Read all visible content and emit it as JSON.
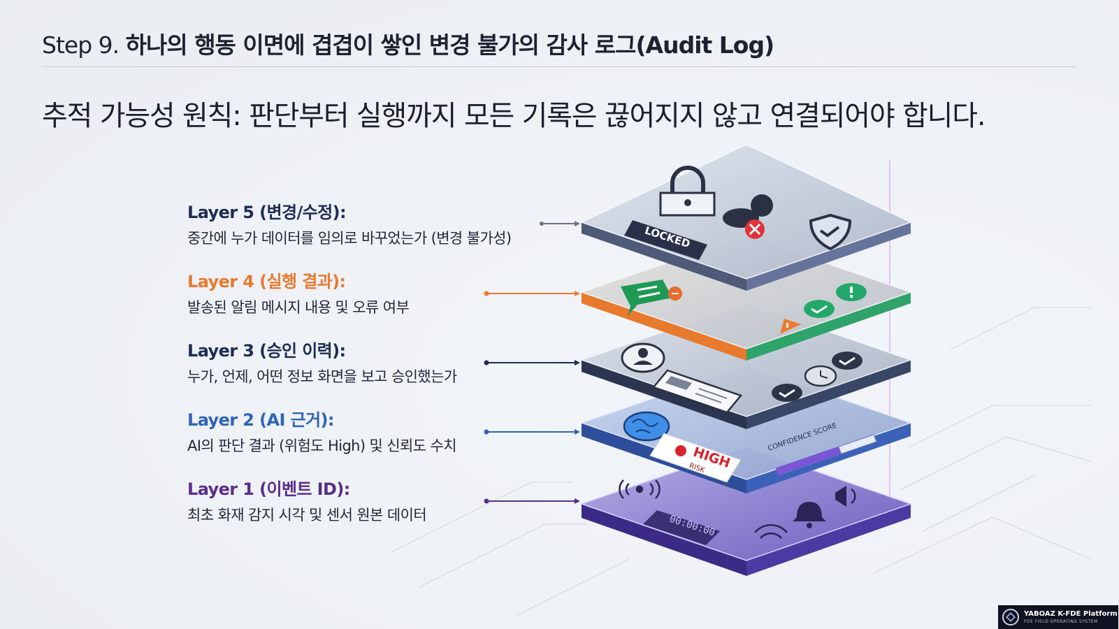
{
  "header": {
    "step_prefix": "Step 9.",
    "step_title": "하나의 행동 이면에 겹겹이 쌓인 변경 불가의 감사 로그(Audit Log)",
    "principle": "추적 가능성 원칙: 판단부터 실행까지 모든 기록은 끊어지지 않고 연결되어야 합니다."
  },
  "layers": [
    {
      "title": "Layer 5 (변경/수정):",
      "desc": "중간에 누가 데이터를 임의로 바꾸었는가 (변경 불가성)",
      "color": "#1e2c55"
    },
    {
      "title": "Layer 4 (실행 결과):",
      "desc": "발송된 알림 메시지 내용 및 오류 여부",
      "color": "#e87a2e"
    },
    {
      "title": "Layer 3 (승인 이력):",
      "desc": "누가, 언제, 어떤 정보 화면을 보고 승인했는가",
      "color": "#1e2c55"
    },
    {
      "title": "Layer 2 (AI 근거):",
      "desc": "AI의 판단 결과 (위험도 High) 및 신뢰도 수치",
      "color": "#2f63b8"
    },
    {
      "title": "Layer 1 (이벤트 ID):",
      "desc": "최초 화재 감지 시각 및 센서 원본 데이터",
      "color": "#5a2d8c"
    }
  ],
  "diagram_labels": {
    "locked": "LOCKED",
    "high": "HIGH",
    "risk": "RISK",
    "confidence": "CONFIDENCE SCORE",
    "timer": "00:00:00"
  },
  "icons": {
    "layer5": [
      "padlock-icon",
      "user-denied-icon",
      "shield-check-icon"
    ],
    "layer4": [
      "message-icon",
      "warning-icon",
      "check-icon"
    ],
    "layer3": [
      "user-profile-icon",
      "document-icon",
      "clock-icon",
      "check-icon"
    ],
    "layer2": [
      "brain-icon",
      "confidence-bar"
    ],
    "layer1": [
      "signal-icon",
      "bell-icon",
      "timer-icon"
    ]
  },
  "badge": {
    "name": "YABOAZ K-FDE Platform",
    "subtitle": "FDE FIELD OPERATING SYSTEM"
  }
}
